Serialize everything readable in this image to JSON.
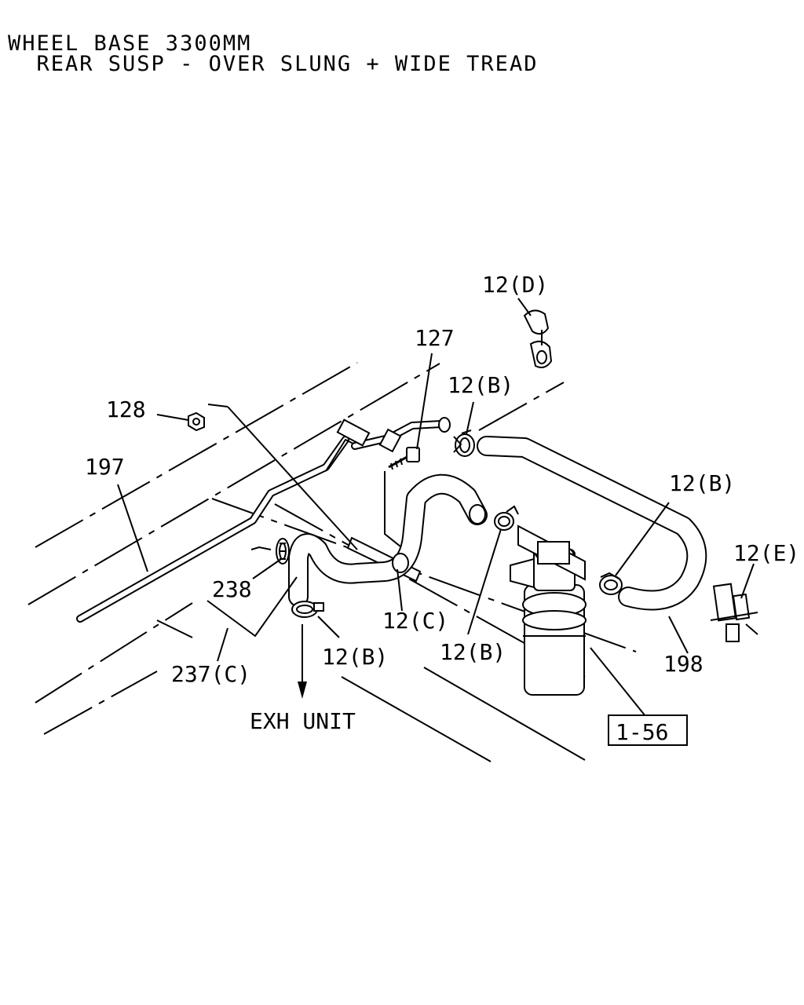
{
  "header": {
    "line1": "WHEEL BASE 3300MM",
    "line2": "  REAR SUSP - OVER SLUNG + WIDE TREAD"
  },
  "labels": {
    "clip_12d": "12(D)",
    "part_127": "127",
    "clip_12b_top": "12(B)",
    "part_128": "128",
    "part_197": "197",
    "clip_12b_right": "12(B)",
    "clip_12e": "12(E)",
    "part_238": "238",
    "clip_12c": "12(C)",
    "clip_12b_mid": "12(B)",
    "clip_12b_low": "12(B)",
    "part_198": "198",
    "part_237c": "237(C)",
    "exh_unit": "EXH UNIT",
    "ref_1_56": "1-56"
  }
}
